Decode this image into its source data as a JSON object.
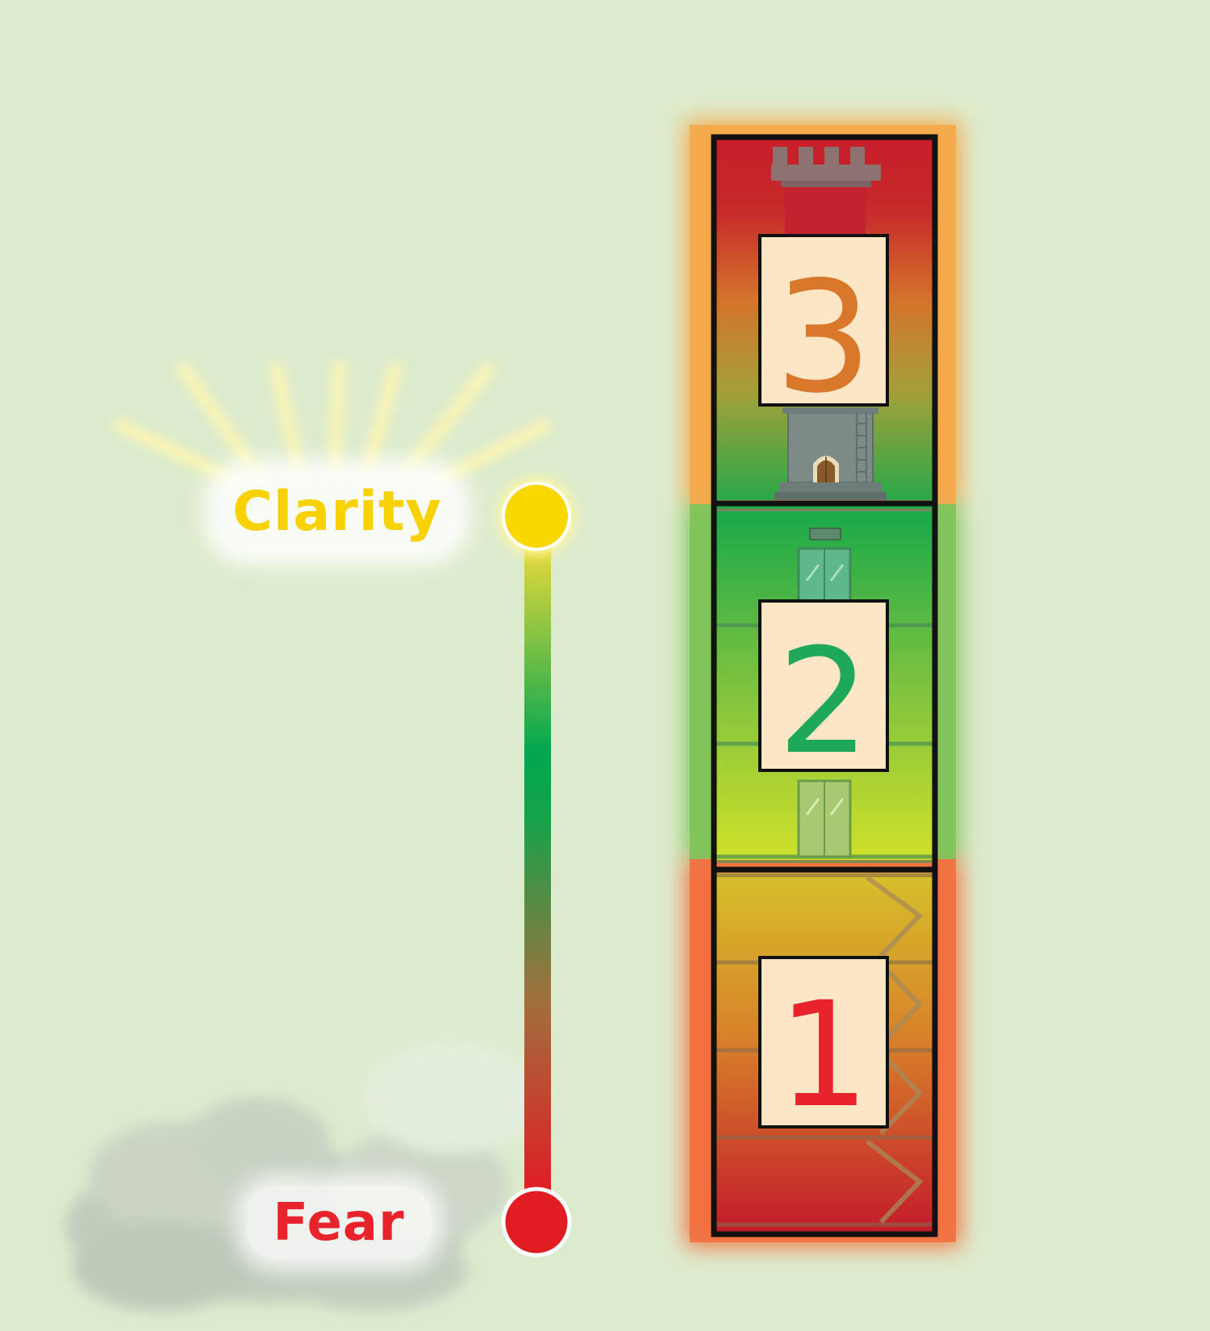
{
  "scale": {
    "top_label": "Clarity",
    "bottom_label": "Fear",
    "top_color": "#f9d800",
    "mid_color": "#00a650",
    "bottom_color": "#e11d24"
  },
  "building": {
    "levels": [
      {
        "number": "3",
        "scene": "castle-tower",
        "glow_color": "#f5a84a",
        "number_color": "#d9782a"
      },
      {
        "number": "2",
        "scene": "elevator-floors",
        "glow_color": "#7fc35a",
        "number_color": "#1ea85a"
      },
      {
        "number": "1",
        "scene": "staircase-floors",
        "glow_color": "#f2703f",
        "number_color": "#e8232c"
      }
    ]
  }
}
